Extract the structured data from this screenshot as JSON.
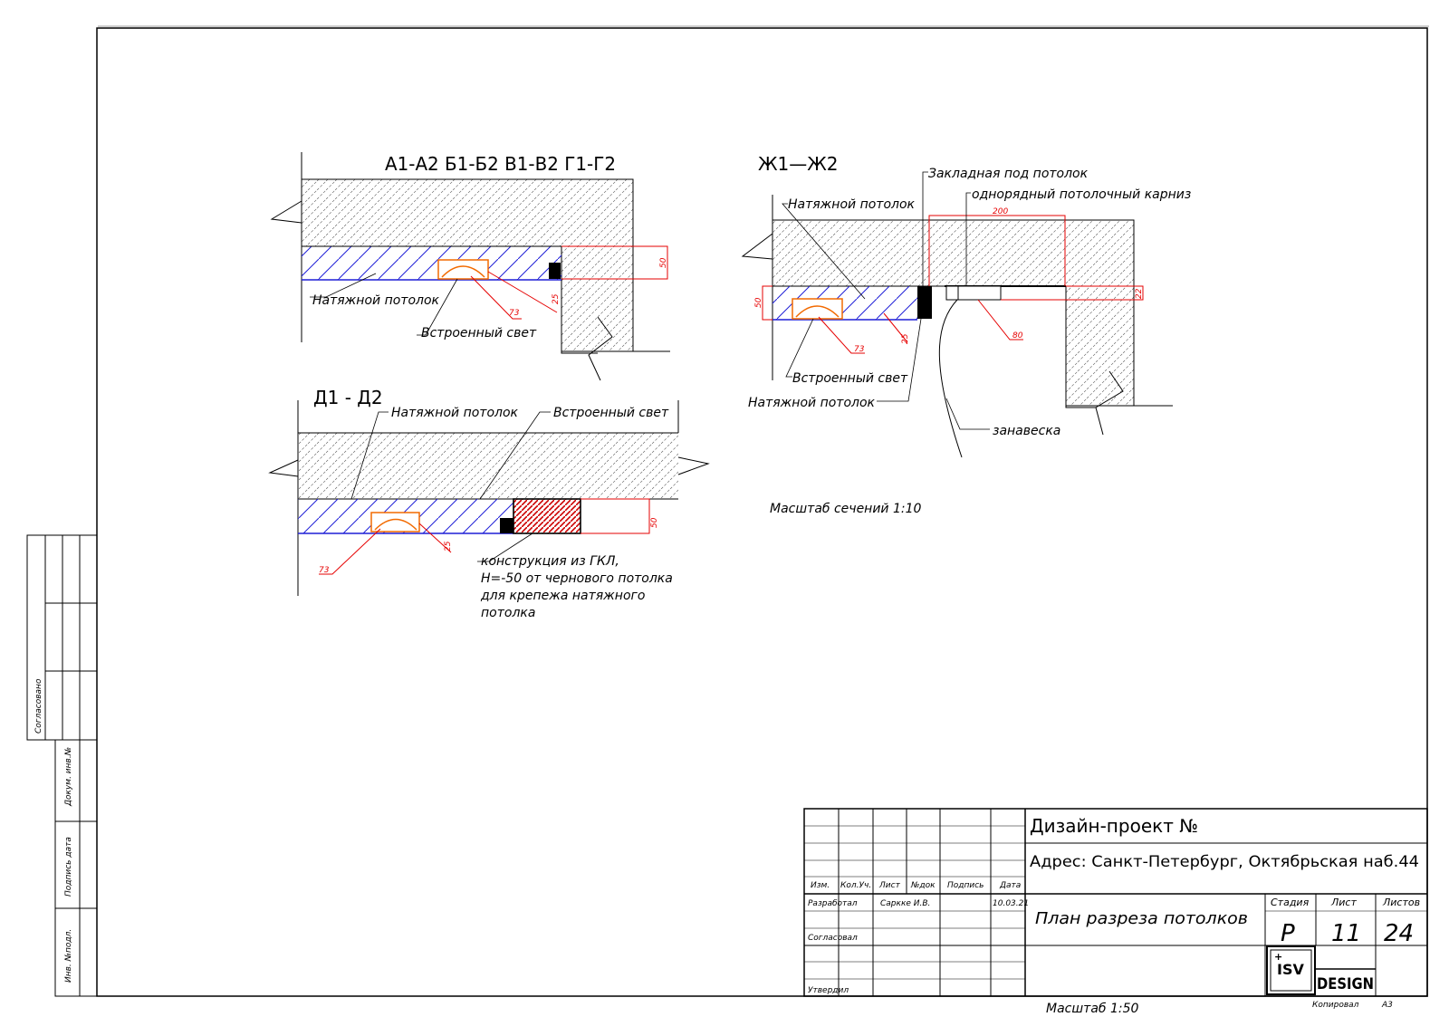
{
  "sections": {
    "s1": {
      "title": "А1-А2 Б1-Б2 В1-В2 Г1-Г2",
      "label_ceiling": "Натяжной потолок",
      "label_light": "Встроенный свет",
      "dim_height": "50",
      "dim_light": "73",
      "dim_gap": "25"
    },
    "s2": {
      "title": "Д1 - Д2",
      "label_ceiling": "Натяжной потолок",
      "label_light": "Встроенный свет",
      "dim_height": "50",
      "dim_light": "73",
      "dim_gap": "25",
      "gkl_note": [
        "конструкция из ГКЛ,",
        "H=-50 от чернового потолка",
        "для крепежа натяжного",
        "потолка"
      ]
    },
    "s3": {
      "title": "Ж1—Ж2",
      "label_embed": "Закладная под потолок",
      "label_cornice": "однорядный потолочный карниз",
      "label_ceiling_top": "Натяжной потолок",
      "label_light": "Встроенный свет",
      "label_ceiling_bottom": "Натяжной потолок",
      "label_curtain": "занавеска",
      "dim_200": "200",
      "dim_50": "50",
      "dim_22": "22",
      "dim_80": "80",
      "dim_73": "73",
      "dim_25": "25"
    }
  },
  "scale_sections": "Масштаб сечений 1:10",
  "side_stamp": {
    "agreed": "Согласовано",
    "doc_inv": "Докум. инв.№",
    "sign_date": "Подпись дата",
    "inv_orig": "Инв. №подл."
  },
  "title_block": {
    "headers": [
      "Изм.",
      "Кол.Уч.",
      "Лист",
      "№док",
      "Подпись",
      "Дата"
    ],
    "developed_label": "Разработал",
    "developer": "Саркке И.В.",
    "date": "10.03.21",
    "agreed_label": "Согласовал",
    "approved_label": "Утвердил",
    "project": "Дизайн-проект №",
    "address": "Адрес: Санкт-Петербург, Октябрьская наб.44",
    "drawing_title": "План разреза потолков",
    "stage_label": "Стадия",
    "sheet_label": "Лист",
    "sheets_label": "Листов",
    "stage": "Р",
    "sheet": "11",
    "sheets": "24",
    "logo_mark": "ISV",
    "logo_word": "DESIGN",
    "logo_plus": "+",
    "scale": "Масштаб 1:50",
    "copied": "Копировал",
    "format": "А3"
  },
  "colors": {
    "dimension": "#e60000",
    "ceiling_line": "#1f1fd6",
    "light_fixture": "#f26a00",
    "gkl_fill": "#cc0000",
    "ink": "#000000"
  }
}
